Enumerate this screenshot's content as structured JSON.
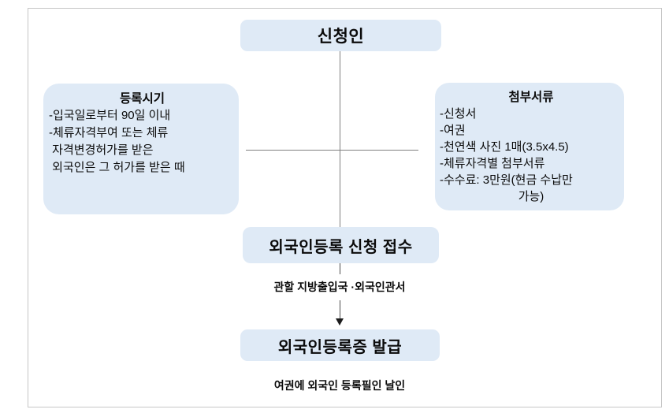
{
  "diagram": {
    "applicant_box": {
      "label": "신청인"
    },
    "left_box": {
      "title": "등록시기",
      "lines": [
        "-입국일로부터 90일 이내",
        "-체류자격부여 또는 체류",
        " 자격변경허가를 받은",
        " 외국인은 그 허가를 받은 때"
      ]
    },
    "right_box": {
      "title": "첨부서류",
      "lines": [
        "-신청서",
        "-여권",
        "-천연색 사진 1매(3.5x4.5)",
        "-체류자격별 첨부서류",
        "-수수료: 3만원(현금 수납만",
        "가능)"
      ]
    },
    "receipt_box": {
      "label": "외국인등록 신청 접수"
    },
    "office_label": "관할 지방출입국 ·외국인관서",
    "issuance_box": {
      "label": "외국인등록증 발급"
    },
    "stamp_label": "여권에 외국인 등록필인 날인"
  },
  "colors": {
    "box_fill": "#dfeaf6",
    "connector_line": "#808080",
    "arrow": "#1c1c1c",
    "frame_border": "#c6c6c6",
    "text": "#0b0b0b",
    "background": "#ffffff"
  }
}
